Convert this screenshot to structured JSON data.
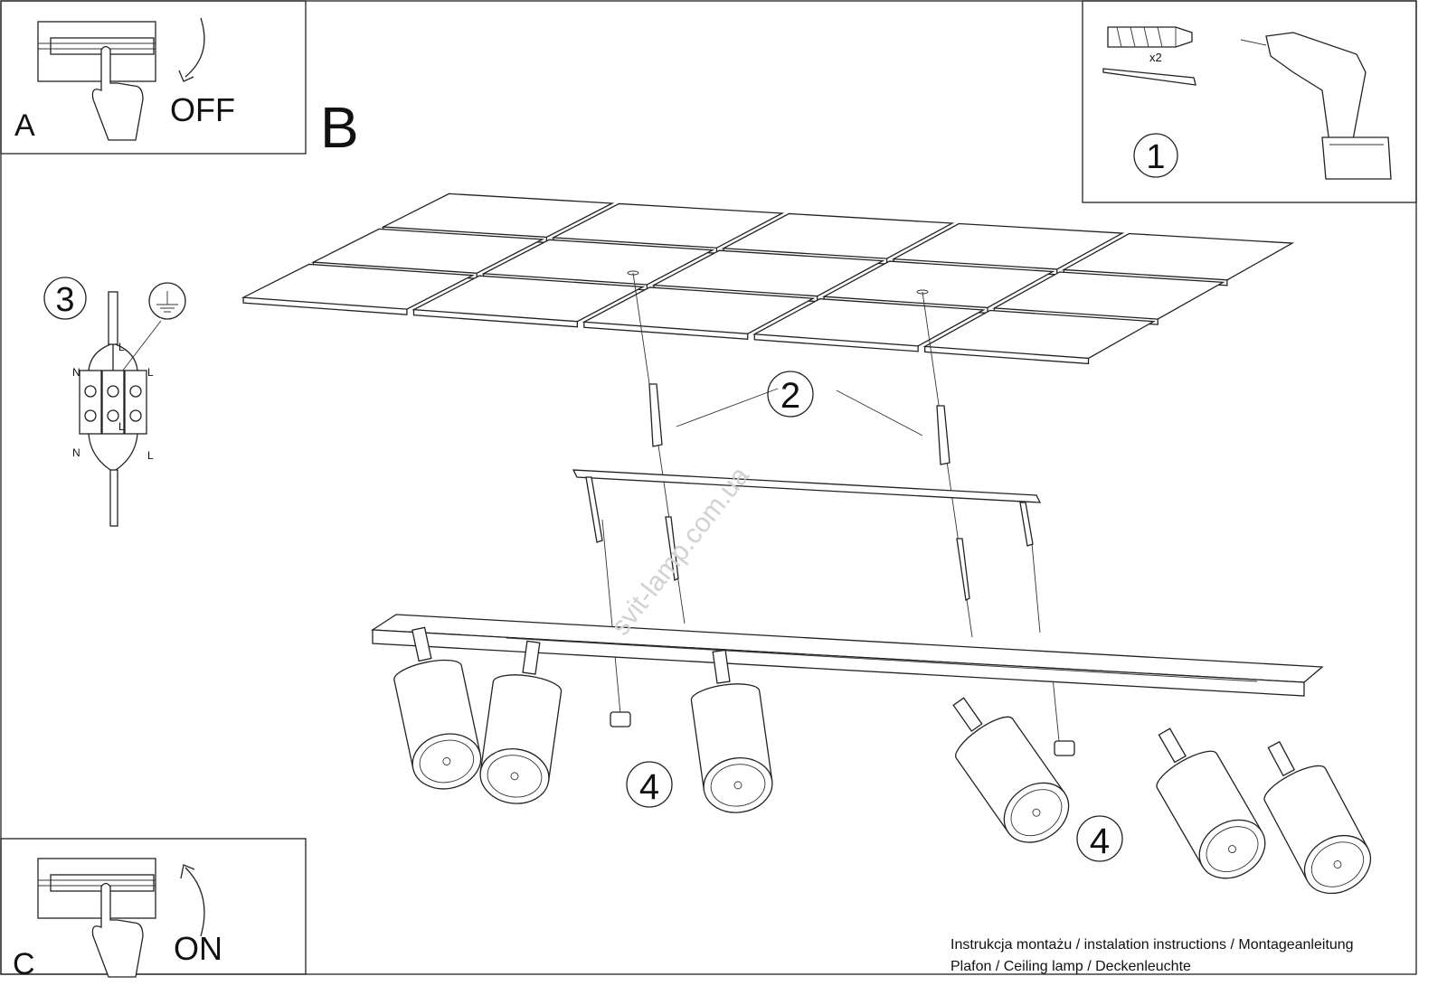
{
  "panel_a": {
    "letter": "A",
    "action": "OFF"
  },
  "panel_b": {
    "letter": "B"
  },
  "panel_c": {
    "letter": "C",
    "action": "ON"
  },
  "panel_1": {
    "step": "1",
    "quantity": "x2"
  },
  "steps": {
    "step2": "2",
    "step3": "3",
    "step4a": "4",
    "step4b": "4"
  },
  "wiring": {
    "top_l": "L",
    "left_top": "N",
    "right_top": "L",
    "center": "L",
    "left_bottom": "N",
    "right_bottom": "L"
  },
  "watermark": "svit-lamp.com.ua",
  "footer": {
    "line1": "Instrukcja montażu / instalation instructions / Montageanleitung",
    "line2": "Plafon / Ceiling lamp / Deckenleuchte"
  }
}
